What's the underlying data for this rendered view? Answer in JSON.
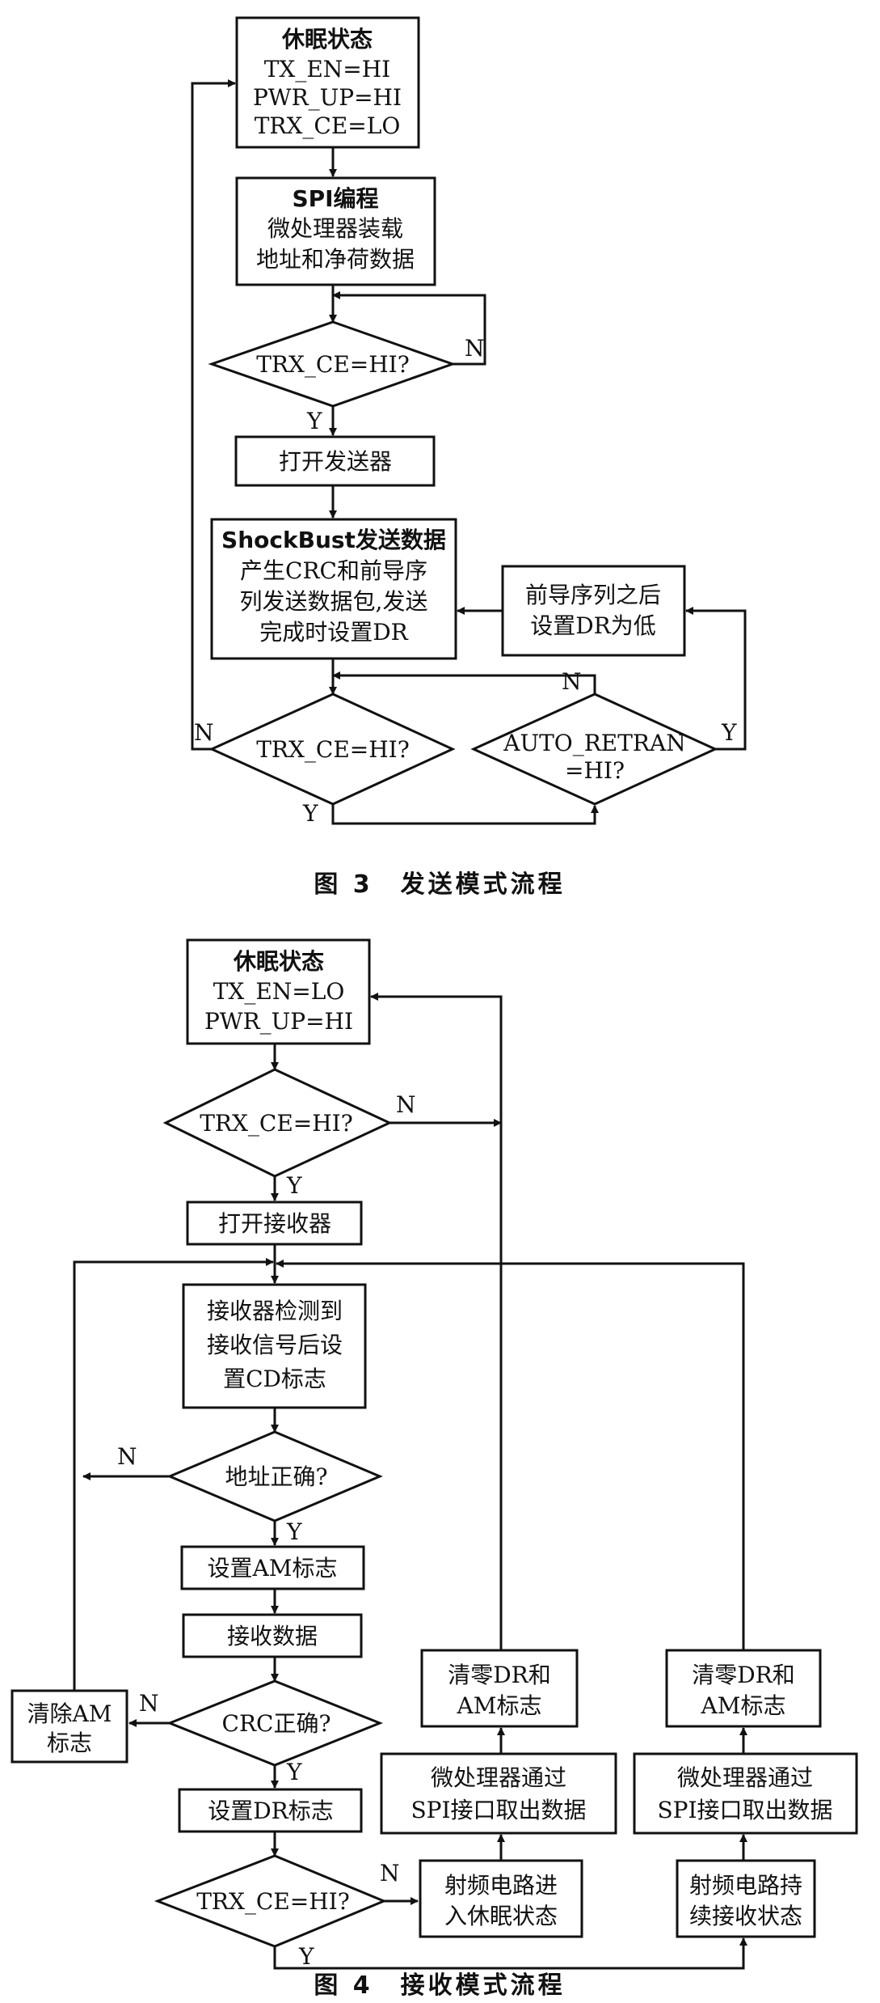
{
  "fig3": {
    "caption": "图 3　发送模式流程",
    "sleep": {
      "title": "休眠状态",
      "l1": "TX_EN=HI",
      "l2": "PWR_UP=HI",
      "l3": "TRX_CE=LO"
    },
    "spi": {
      "title": "SPI编程",
      "l1": "微处理器装载",
      "l2": "地址和净荷数据"
    },
    "cond_trx1": "TRX_CE=HI?",
    "open_tx": "打开发送器",
    "shockburst": {
      "title": "ShockBust发送数据",
      "l1": "产生CRC和前导序",
      "l2": "列发送数据包,发送",
      "l3": "完成时设置DR"
    },
    "preamble": {
      "l1": "前导序列之后",
      "l2": "设置DR为低"
    },
    "cond_trx2": "TRX_CE=HI?",
    "cond_auto": {
      "l1": "AUTO_RETRAN",
      "l2": "=HI?"
    },
    "labels": {
      "y1": "Y",
      "n1": "N",
      "n2": "N",
      "n3": "N",
      "y2": "Y",
      "y3": "Y"
    }
  },
  "fig4": {
    "caption": "图 4　接收模式流程",
    "sleep": {
      "title": "休眠状态",
      "l1": "TX_EN=LO",
      "l2": "PWR_UP=HI"
    },
    "cond_trx1": "TRX_CE=HI?",
    "open_rx": "打开接收器",
    "detect": {
      "l1": "接收器检测到",
      "l2": "接收信号后设",
      "l3": "置CD标志"
    },
    "cond_addr": "地址正确?",
    "set_am": "设置AM标志",
    "recv_data": "接收数据",
    "clear_am": {
      "l1": "清除AM",
      "l2": "标志"
    },
    "cond_crc": "CRC正确?",
    "set_dr": "设置DR标志",
    "cond_trx2": "TRX_CE=HI?",
    "rf_sleep": {
      "l1": "射频电路进",
      "l2": "入休眠状态"
    },
    "mcu_read1": {
      "l1": "微处理器通过",
      "l2": "SPI接口取出数据"
    },
    "clear_dr1": {
      "l1": "清零DR和",
      "l2": "AM标志"
    },
    "rf_recv": {
      "l1": "射频电路持",
      "l2": "续接收状态"
    },
    "mcu_read2": {
      "l1": "微处理器通过",
      "l2": "SPI接口取出数据"
    },
    "clear_dr2": {
      "l1": "清零DR和",
      "l2": "AM标志"
    },
    "labels": {
      "n1": "N",
      "y1": "Y",
      "n2": "N",
      "y2": "Y",
      "n3": "N",
      "y3": "Y",
      "n4": "N",
      "y4": "Y"
    }
  }
}
